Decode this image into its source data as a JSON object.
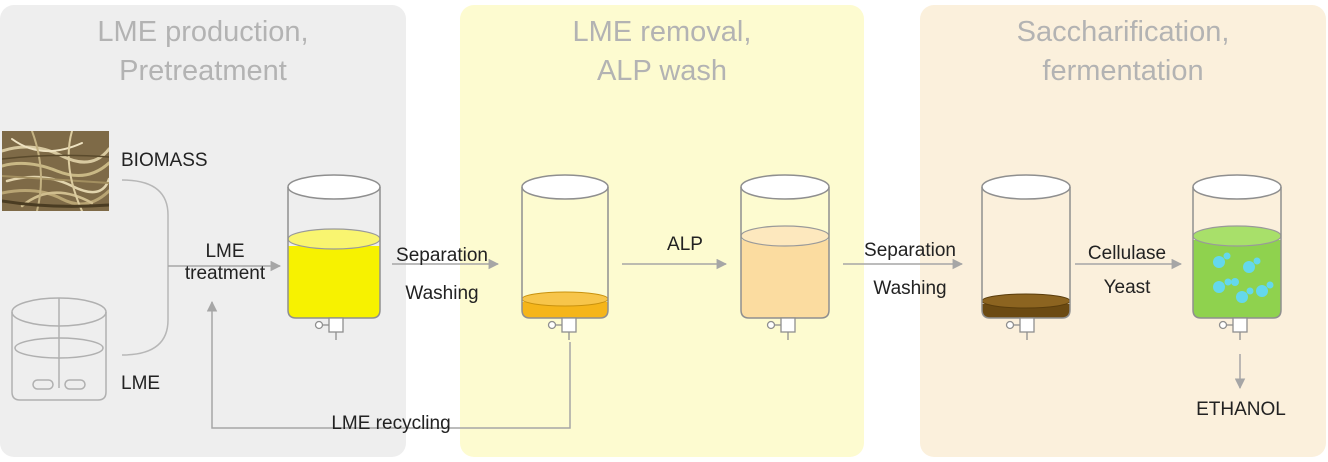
{
  "panels": [
    {
      "title_line1": "LME production,",
      "title_line2": "Pretreatment"
    },
    {
      "title_line1": "LME removal,",
      "title_line2": "ALP wash"
    },
    {
      "title_line1": "Saccharification,",
      "title_line2": "fermentation"
    }
  ],
  "labels": {
    "biomass": "BIOMASS",
    "lme": "LME",
    "treatment_line1": "LME",
    "treatment_line2": "treatment",
    "sep1_line1": "Separation",
    "sep1_line2": "Washing",
    "alp": "ALP",
    "sep2_line1": "Separation",
    "sep2_line2": "Washing",
    "cellulase": "Cellulase",
    "yeast": "Yeast",
    "ethanol": "ETHANOL",
    "recycling": "LME recycling"
  },
  "colors": {
    "panel1": "#eeeeee",
    "panel2": "#fdfbd0",
    "panel3": "#fbf0dc",
    "liquid_yellow": "#f7f200",
    "liquid_orange": "#f5b51a",
    "liquid_peach": "#fbdca0",
    "liquid_brown": "#6b4a12",
    "liquid_green": "#8fd24e",
    "bubbles": "#64d8ec",
    "arrow": "#a6a6a6"
  },
  "icons": [
    "biomass-photo",
    "stirred-tank-icon",
    "vessel-icon",
    "yeast-cell-icon",
    "arrow-icon"
  ]
}
